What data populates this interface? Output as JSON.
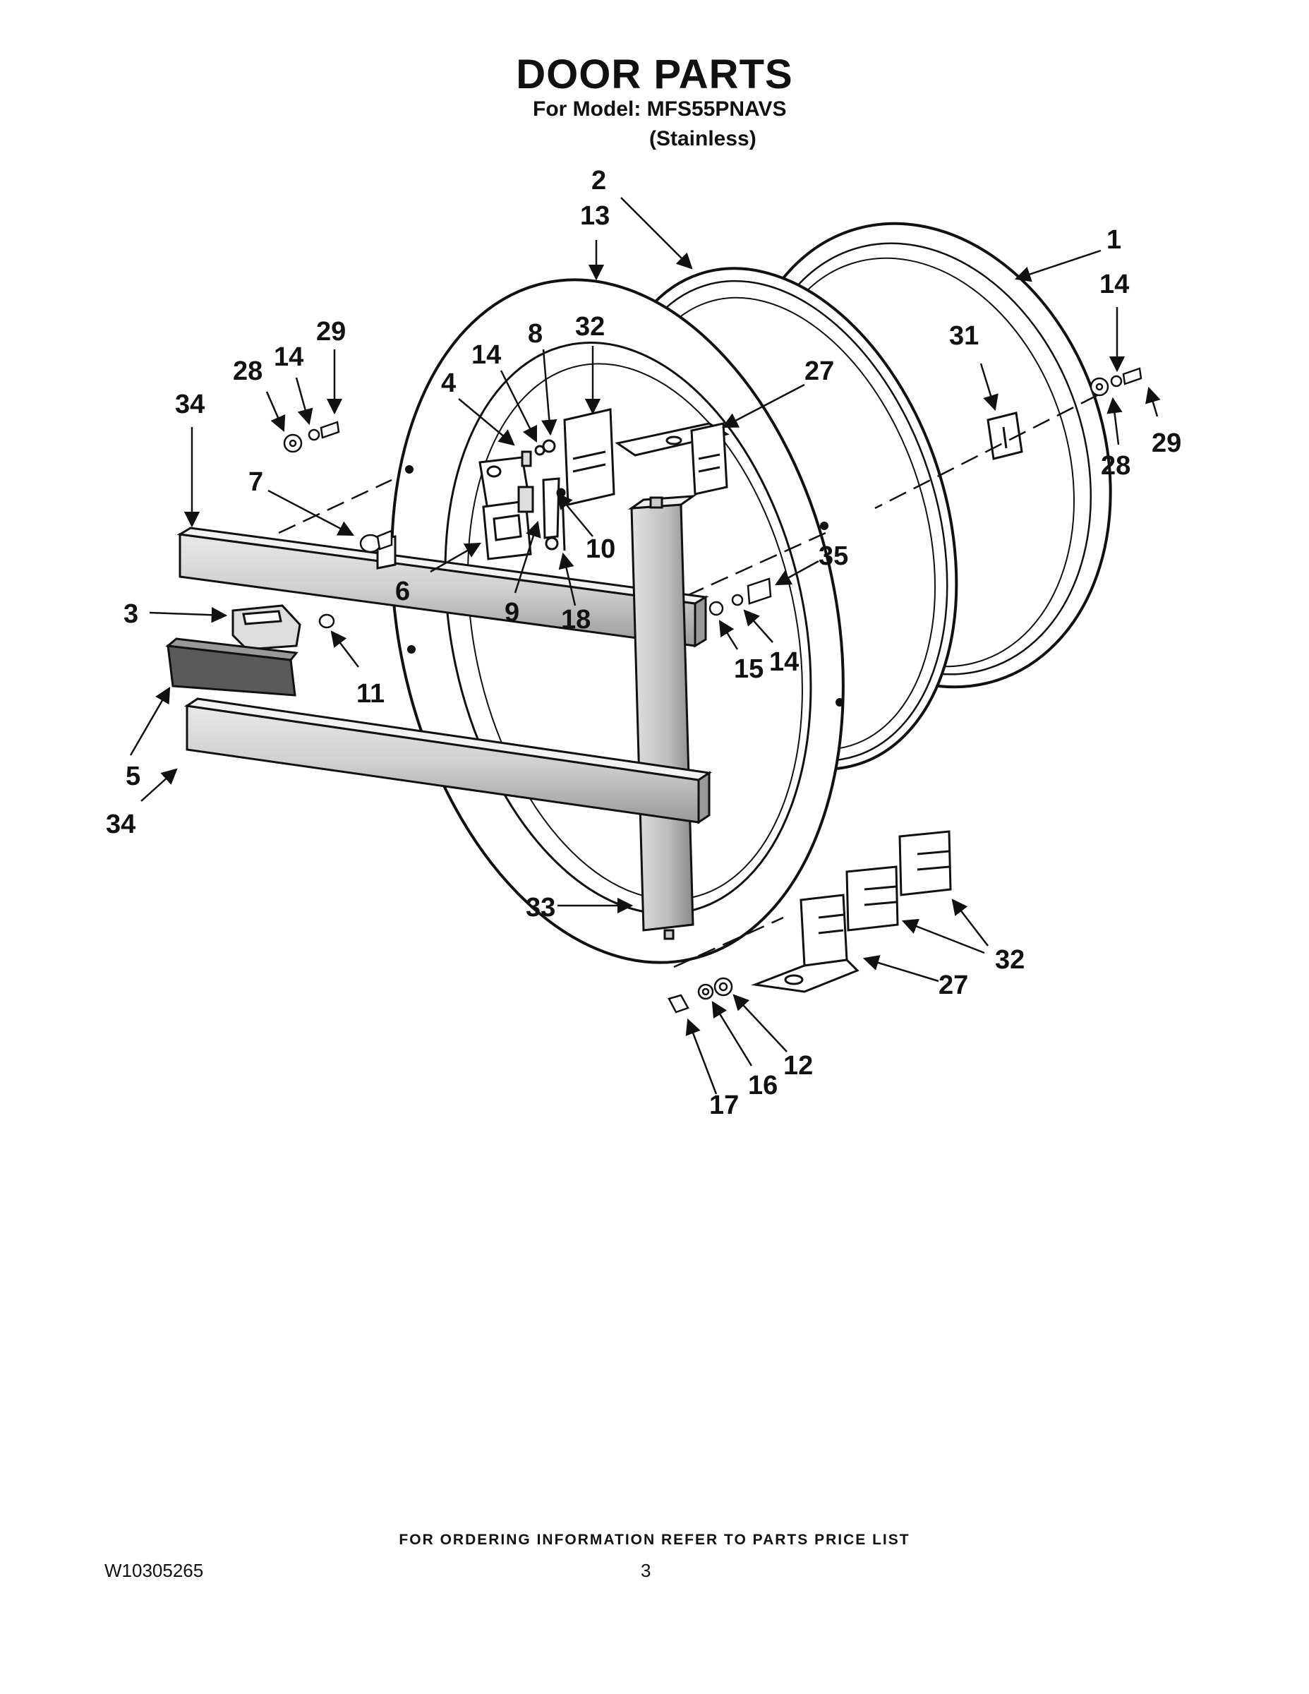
{
  "page": {
    "title": "DOOR PARTS",
    "model_line": "For Model: MFS55PNAVS",
    "variant_line": "(Stainless)",
    "footer_note": "FOR ORDERING INFORMATION REFER TO PARTS PRICE LIST",
    "doc_number": "W10305265",
    "page_number": "3"
  },
  "diagram": {
    "callouts": [
      {
        "id": "c2",
        "label": "2"
      },
      {
        "id": "c13",
        "label": "13"
      },
      {
        "id": "c1",
        "label": "1"
      },
      {
        "id": "c14a",
        "label": "14"
      },
      {
        "id": "c29a",
        "label": "29"
      },
      {
        "id": "c28a",
        "label": "28"
      },
      {
        "id": "c14b",
        "label": "14"
      },
      {
        "id": "c34a",
        "label": "34"
      },
      {
        "id": "c14c",
        "label": "14"
      },
      {
        "id": "c8",
        "label": "8"
      },
      {
        "id": "c32a",
        "label": "32"
      },
      {
        "id": "c31",
        "label": "31"
      },
      {
        "id": "c27a",
        "label": "27"
      },
      {
        "id": "c4",
        "label": "4"
      },
      {
        "id": "c29b",
        "label": "29"
      },
      {
        "id": "c28b",
        "label": "28"
      },
      {
        "id": "c7",
        "label": "7"
      },
      {
        "id": "c10",
        "label": "10"
      },
      {
        "id": "c35",
        "label": "35"
      },
      {
        "id": "c6",
        "label": "6"
      },
      {
        "id": "c9",
        "label": "9"
      },
      {
        "id": "c18",
        "label": "18"
      },
      {
        "id": "c3",
        "label": "3"
      },
      {
        "id": "c15",
        "label": "15"
      },
      {
        "id": "c14d",
        "label": "14"
      },
      {
        "id": "c11",
        "label": "11"
      },
      {
        "id": "c5",
        "label": "5"
      },
      {
        "id": "c34b",
        "label": "34"
      },
      {
        "id": "c33",
        "label": "33"
      },
      {
        "id": "c32b",
        "label": "32"
      },
      {
        "id": "c27b",
        "label": "27"
      },
      {
        "id": "c12",
        "label": "12"
      },
      {
        "id": "c16",
        "label": "16"
      },
      {
        "id": "c17",
        "label": "17"
      }
    ]
  }
}
